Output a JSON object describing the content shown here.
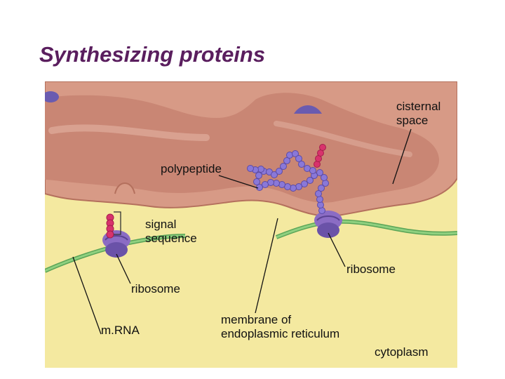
{
  "title": "Synthesizing proteins",
  "labels": {
    "cisternal_space": "cisternal\nspace",
    "polypeptide": "polypeptide",
    "signal_sequence": "signal\nsequence",
    "ribosome_right": "ribosome",
    "ribosome_left": "ribosome",
    "mrna": "m.RNA",
    "membrane": "membrane of\nendoplasmic reticulum",
    "cytoplasm": "cytoplasm"
  },
  "colors": {
    "title": "#5a1e5e",
    "cytoplasm_bg": "#f4e9a0",
    "er_membrane": "#d79a86",
    "er_lumen": "#c98674",
    "ribosome": "#8b6cc4",
    "polypeptide_beads": "#8a78d8",
    "signal_beads": "#d8336c",
    "mrna_strand": "#79be72"
  }
}
